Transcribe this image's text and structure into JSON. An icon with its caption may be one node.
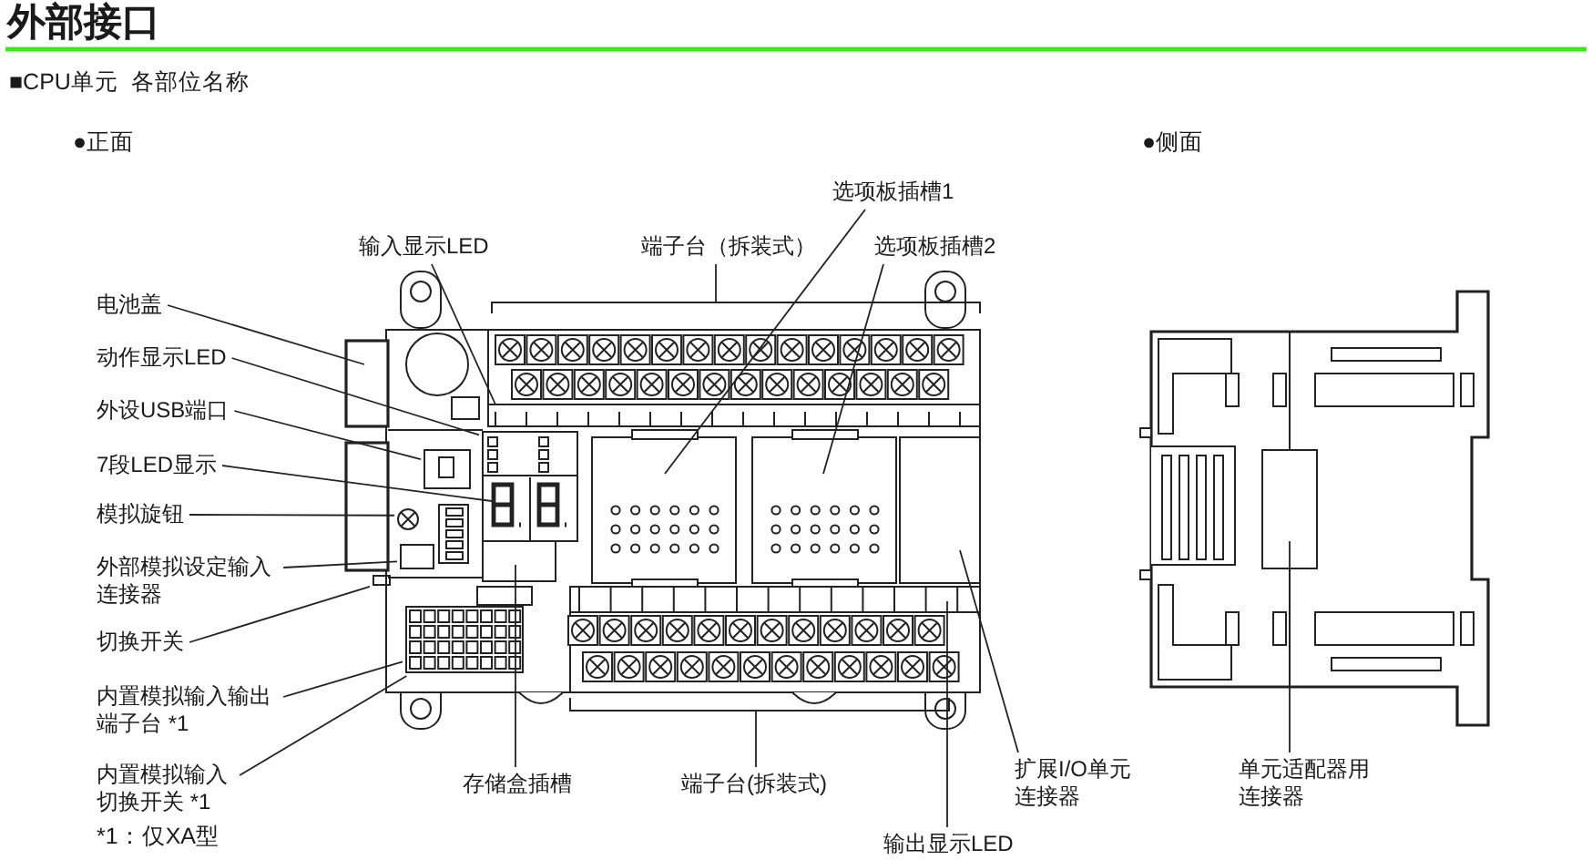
{
  "diagram": {
    "title": "外部接口",
    "nodes": [
      {
        "text": [
          "输入显示LED"
        ]
      },
      {
        "text": [
          "端子台（拆装式）"
        ]
      },
      {
        "text": [
          "选项板插槽1"
        ]
      },
      {
        "text": [
          "选项板插槽2"
        ]
      },
      {
        "text": [
          "电池盖"
        ]
      },
      {
        "text": [
          "动作显示LED"
        ]
      },
      {
        "text": [
          "外设USB端口"
        ]
      },
      {
        "text": [
          "7段LED显示"
        ]
      },
      {
        "text": [
          "模拟旋钮"
        ]
      },
      {
        "text": [
          "外部模拟设定输入连接器"
        ]
      },
      {
        "text": [
          "切换开关"
        ]
      },
      {
        "text": [
          "内置模拟输入输出端子台 *1"
        ]
      },
      {
        "text": [
          "内置模拟输入切换开关 *1"
        ]
      },
      {
        "text": [
          "存储盒插槽"
        ]
      },
      {
        "text": [
          "端子台(拆装式)"
        ]
      },
      {
        "text": [
          "扩展I/O单元连接器"
        ]
      },
      {
        "text": [
          "输出显示LED"
        ]
      },
      {
        "text": [
          "单元适配器用连接器"
        ]
      },
      {
        "text": [],
        "shape": "box"
      },
      {
        "text": [],
        "shape": "box"
      },
      {
        "text": [],
        "shape": "circle"
      },
      {
        "text": [],
        "shape": "box"
      },
      {
        "text": [],
        "shape": "box"
      },
      {
        "text": [],
        "shape": "box"
      }
    ],
    "edges": [
      {
        "from": 0,
        "to": null,
        "arrow": "none"
      },
      {
        "from": 1,
        "to": null,
        "arrow": "none"
      },
      {
        "from": 2,
        "to": null,
        "arrow": "none"
      },
      {
        "from": 3,
        "to": null,
        "arrow": "none"
      },
      {
        "from": 4,
        "to": null,
        "arrow": "none"
      },
      {
        "from": 5,
        "to": 18,
        "arrow": "none"
      },
      {
        "from": 6,
        "to": 19,
        "arrow": "none"
      },
      {
        "from": 7,
        "to": null,
        "arrow": "none"
      },
      {
        "from": 8,
        "to": 20,
        "arrow": "none"
      },
      {
        "from": 9,
        "to": 21,
        "arrow": "none"
      },
      {
        "from": 10,
        "to": 23,
        "arrow": "none"
      },
      {
        "from": 11,
        "to": 22,
        "arrow": "none"
      },
      {
        "from": 12,
        "to": 22,
        "arrow": "none"
      },
      {
        "from": 13,
        "to": null,
        "arrow": "none"
      },
      {
        "from": 14,
        "to": null,
        "arrow": "none"
      },
      {
        "from": 15,
        "to": null,
        "arrow": "none"
      },
      {
        "from": 16,
        "to": null,
        "arrow": "none"
      },
      {
        "from": 17,
        "to": null,
        "arrow": "none"
      }
    ],
    "labels": [
      "■CPU单元  各部位名称",
      "●正面",
      "●侧面",
      "*1：仅XA型"
    ]
  }
}
